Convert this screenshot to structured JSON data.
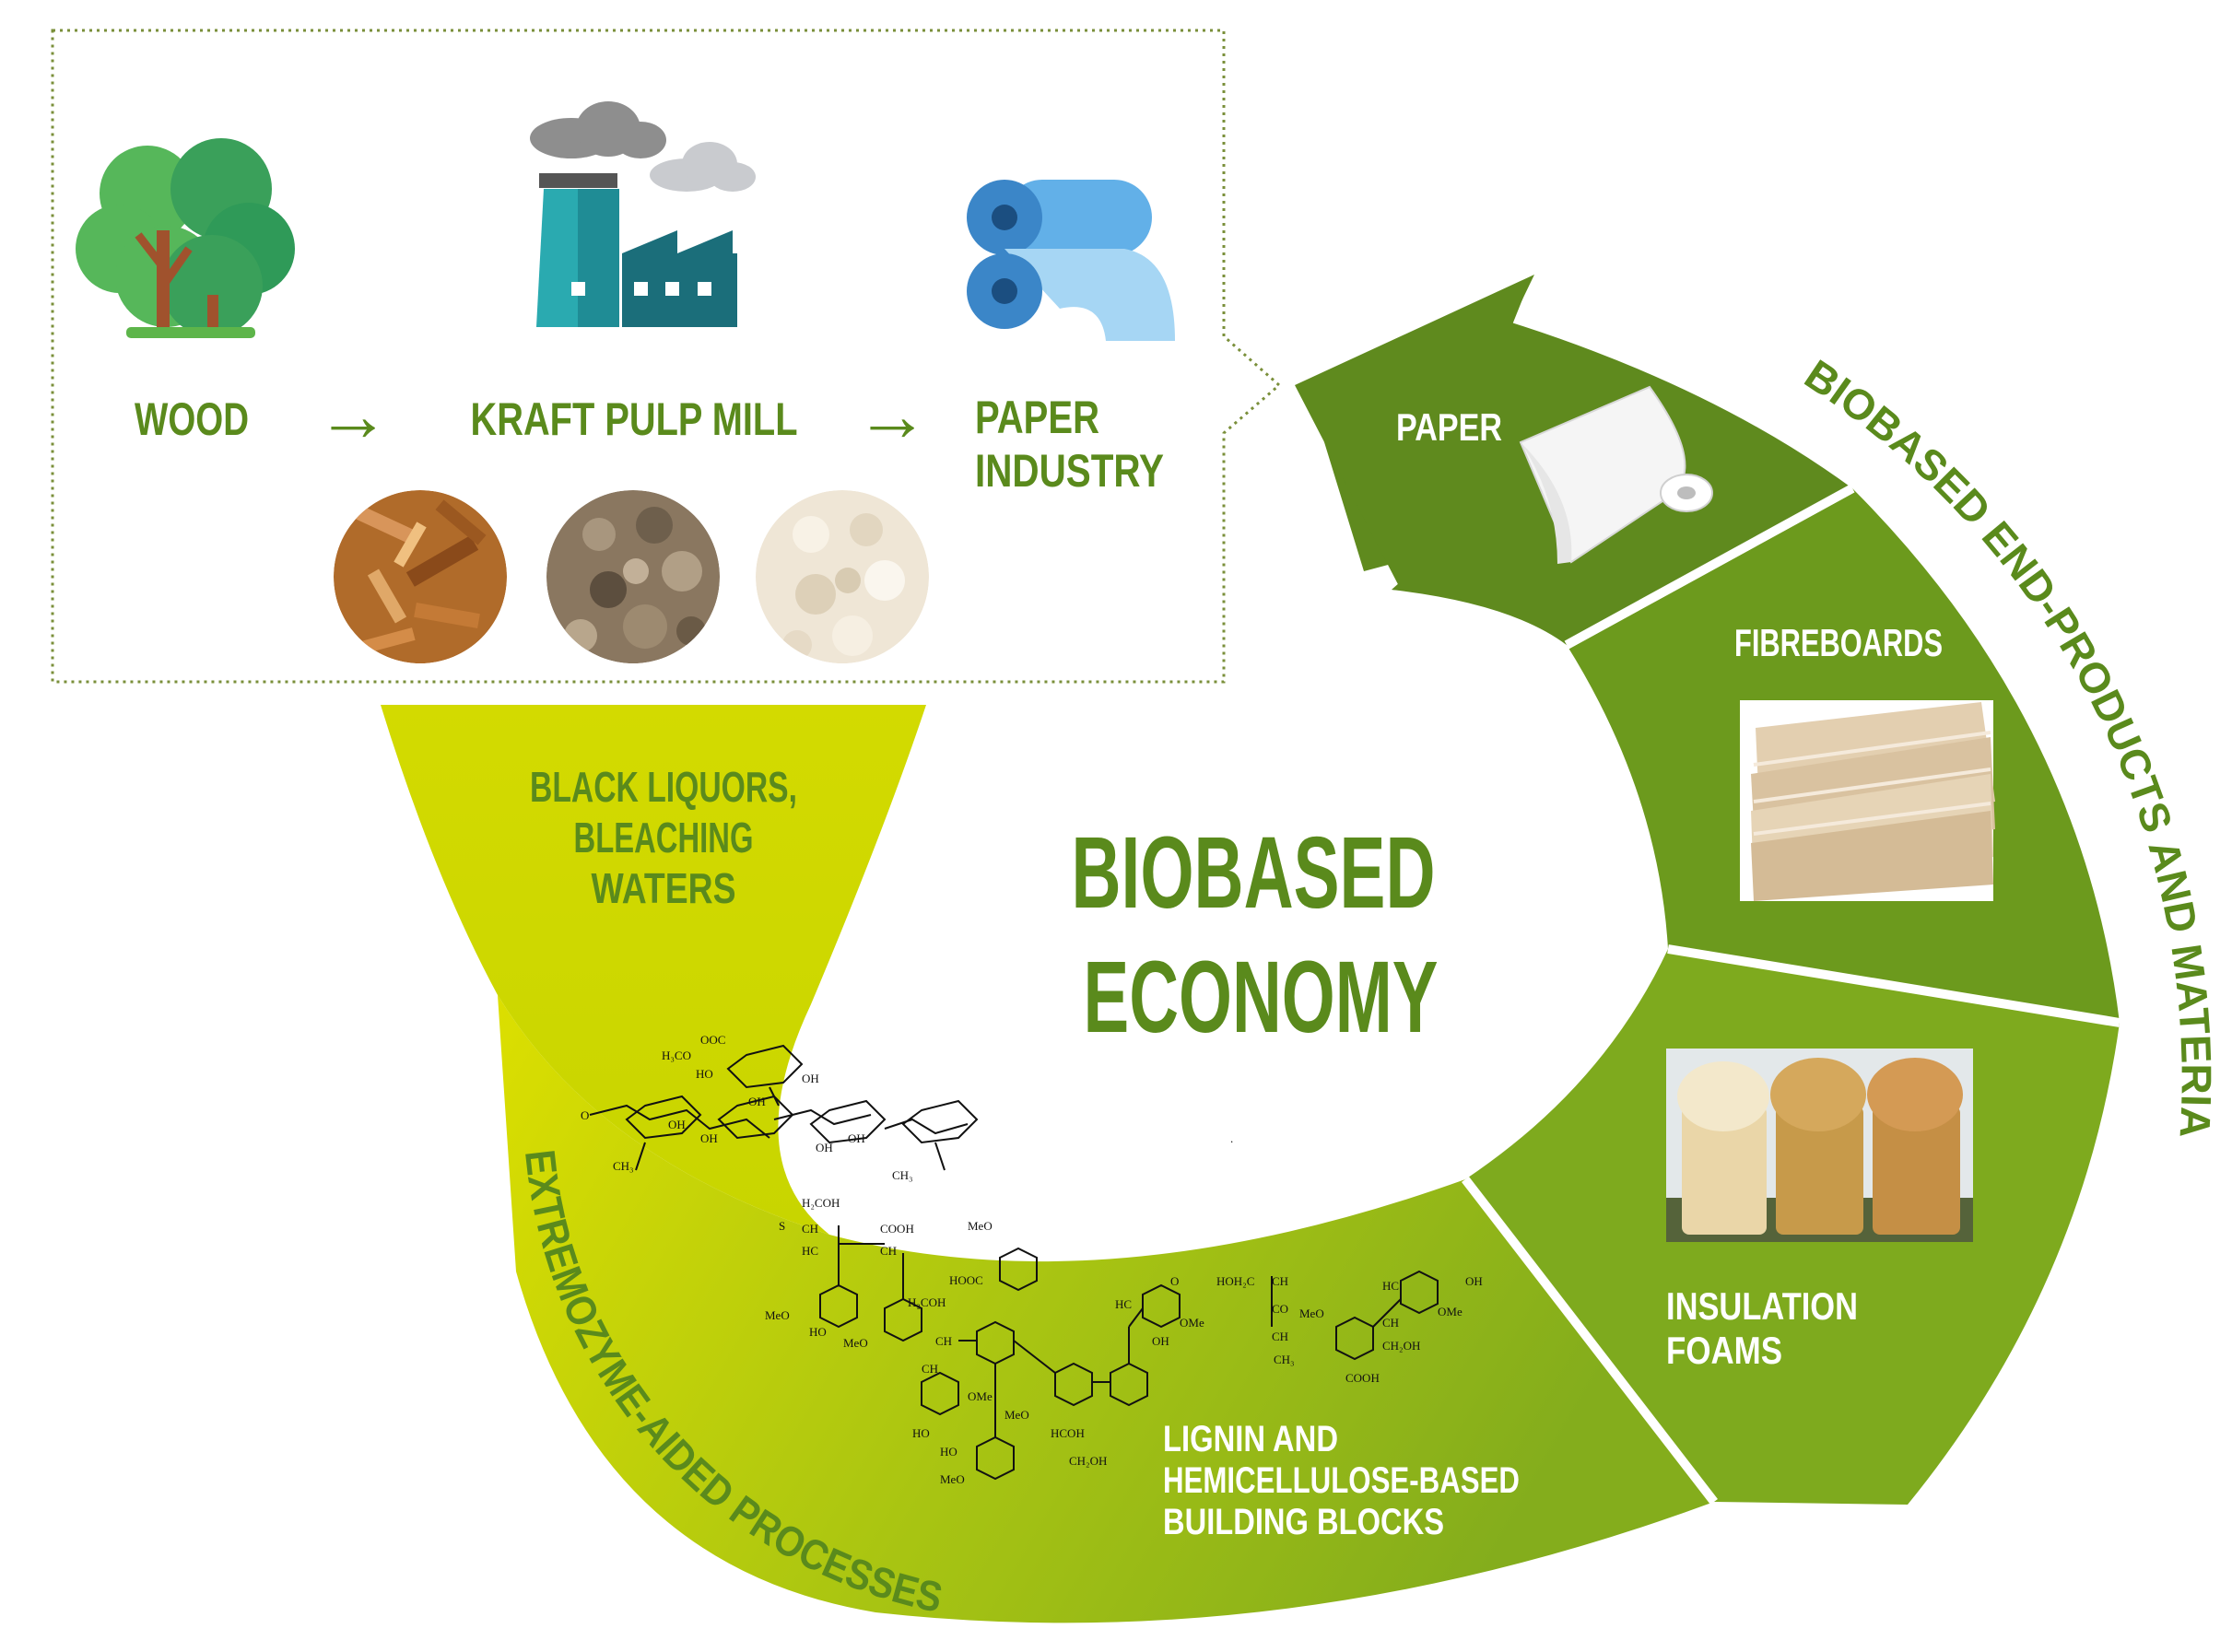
{
  "diagram": {
    "top_panel": {
      "steps": [
        {
          "label": "WOOD",
          "icon": "tree-icon"
        },
        {
          "label": "KRAFT PULP MILL",
          "icon": "factory-icon"
        },
        {
          "label_lines": [
            "PAPER",
            "INDUSTRY"
          ],
          "icon": "paper-roll-icon"
        }
      ],
      "arrow_symbol": "→",
      "sample_photos": [
        "wood-chips-photo",
        "pulp-photo",
        "bleached-pulp-photo"
      ]
    },
    "center_title_lines": [
      "BIOBASED",
      "ECONOMY"
    ],
    "funnel_label_lines": [
      "BLACK LIQUORS,",
      "BLEACHING",
      "WATERS"
    ],
    "building_blocks_label_lines": [
      "LIGNIN AND",
      "HEMICELLULOSE-BASED",
      "BUILDING  BLOCKS"
    ],
    "process_label": "EXTREMOZYME-AIDED PROCESSES",
    "end_products_label": "BIOBASED END-PRODUCTS AND MATERIALS",
    "products": [
      {
        "label": "PAPER",
        "icon": "paper-roll-icon"
      },
      {
        "label": "FIBREBOARDS",
        "icon": "fibreboard-photo"
      },
      {
        "label_lines": [
          "INSULATION",
          "FOAMS"
        ],
        "icon": "foam-samples-photo"
      }
    ],
    "colors": {
      "dark_green": "#5f8a1e",
      "mid_green": "#74a11e",
      "light_green": "#8cb41f",
      "lime": "#d6dc00",
      "label_green": "#5a8a1c",
      "tree_green": "#3fae5a",
      "factory_teal": "#26a4a8",
      "roll_blue": "#4a9ad9"
    }
  }
}
